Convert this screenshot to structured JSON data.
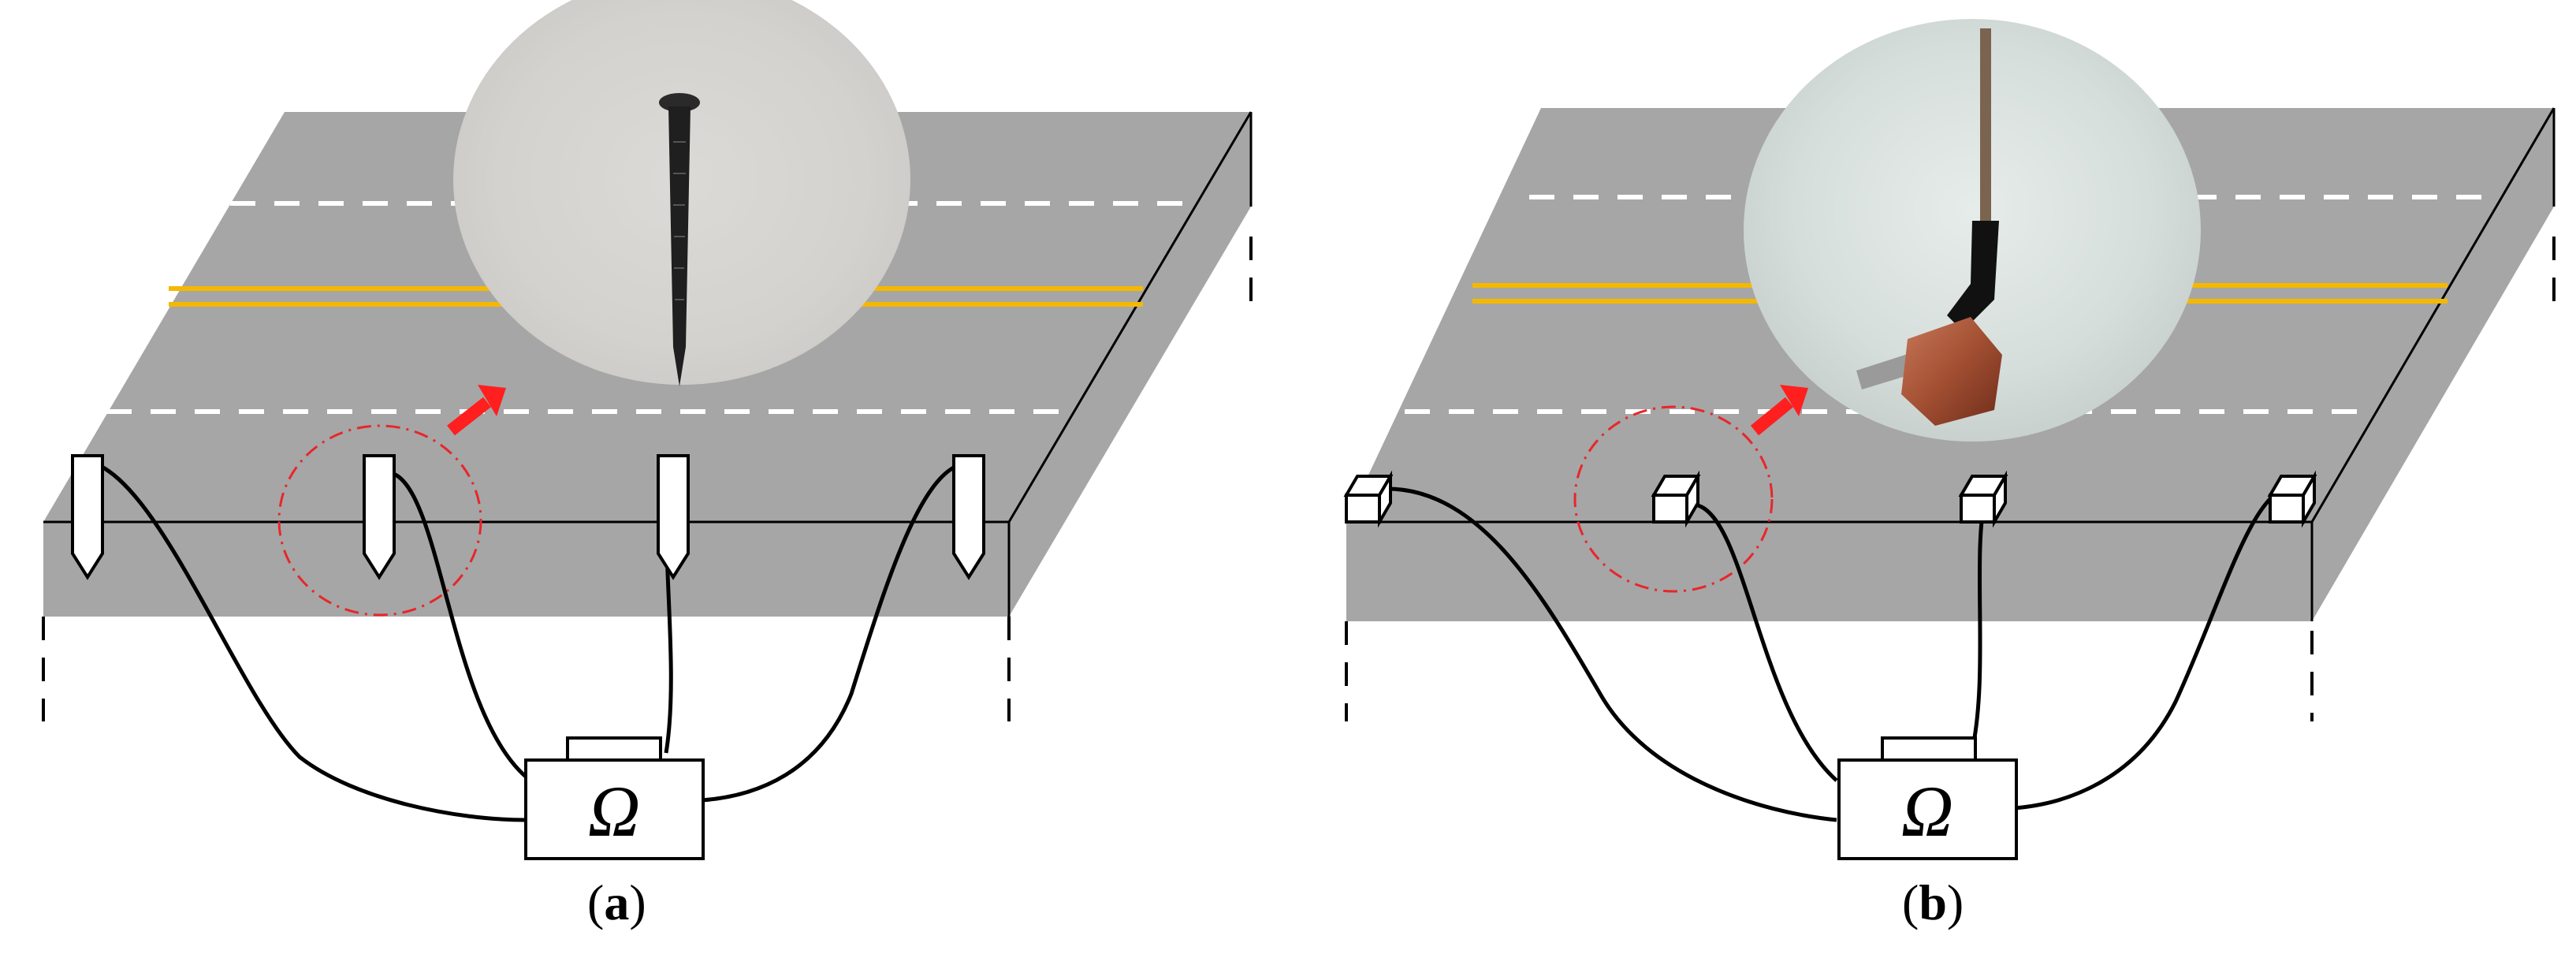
{
  "panels": [
    {
      "caption_open": "(",
      "caption_letter": "a",
      "caption_close": ")",
      "meter_symbol": "Ω",
      "electrode_kind": "nail",
      "inset_subject": "steel-nail-photo"
    },
    {
      "caption_open": "(",
      "caption_letter": "b",
      "caption_close": ")",
      "meter_symbol": "Ω",
      "electrode_kind": "copper-block",
      "inset_subject": "copper-electrode-photo"
    }
  ],
  "colors": {
    "road_top": "#a6a6a6",
    "road_side": "#a6a6a6",
    "lane_dash": "#ffffff",
    "center_line": "#f5b800",
    "highlight_circle": "#e8262a",
    "arrow": "#ff1f1f",
    "wire": "#000000"
  }
}
